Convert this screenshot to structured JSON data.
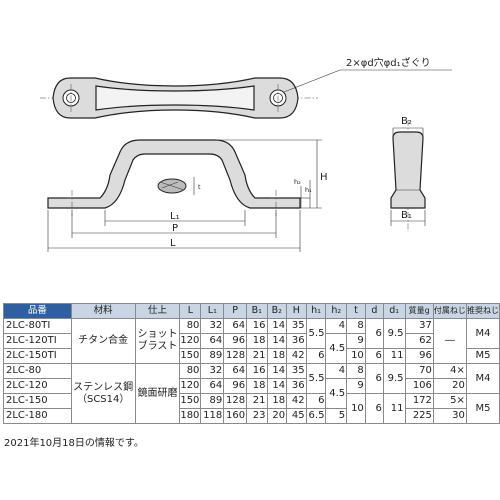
{
  "drawing": {
    "hole_note": "2×φd穴φd₁ざぐり",
    "labels": {
      "B2": "B₂",
      "B1": "B₁",
      "L1": "L₁",
      "P": "P",
      "L": "L",
      "H": "H",
      "h1": "h₁",
      "h2": "h₂",
      "t": "t"
    }
  },
  "table": {
    "headers": [
      "品番",
      "材料",
      "仕上",
      "L",
      "L₁",
      "P",
      "B₁",
      "B₂",
      "H",
      "h₁",
      "h₂",
      "t",
      "d",
      "d₁",
      "質量g",
      "付属ねじ",
      "推奨ねじ"
    ],
    "codes": [
      "2LC-80TI",
      "2LC-120TI",
      "2LC-150TI",
      "2LC-80",
      "2LC-120",
      "2LC-150",
      "2LC-180"
    ],
    "materials": [
      "チタン合金",
      "ステンレス鋼（SCS14）"
    ],
    "finishes": [
      "ショット ブラスト",
      "鏡面研磨"
    ],
    "L": [
      "80",
      "120",
      "150",
      "80",
      "120",
      "150",
      "180"
    ],
    "L1": [
      "32",
      "64",
      "89",
      "32",
      "64",
      "89",
      "118"
    ],
    "P": [
      "64",
      "96",
      "128",
      "64",
      "96",
      "128",
      "160"
    ],
    "B1": [
      "16",
      "18",
      "21",
      "16",
      "18",
      "21",
      "23"
    ],
    "B2": [
      "14",
      "14",
      "18",
      "14",
      "14",
      "18",
      "20"
    ],
    "H": [
      "35",
      "36",
      "42",
      "35",
      "36",
      "42",
      "45"
    ],
    "h1": [
      "5.5",
      "6",
      "5.5",
      "6",
      "6.5"
    ],
    "h2": [
      "4",
      "4.5",
      "4",
      "4.5",
      "5"
    ],
    "t": [
      "8",
      "9",
      "10",
      "8",
      "9",
      "10"
    ],
    "d": [
      "6",
      "6"
    ],
    "d1": [
      "9.5",
      "11",
      "9.5",
      "11"
    ],
    "mass": [
      "37",
      "62",
      "96",
      "70",
      "106",
      "172",
      "225"
    ],
    "attached_screw": [
      "―",
      "4×",
      "20",
      "5×",
      "30"
    ],
    "recommended_screw": [
      "M4",
      "M5",
      "M4",
      "M5"
    ]
  },
  "note": "2021年10月18日の情報です。"
}
